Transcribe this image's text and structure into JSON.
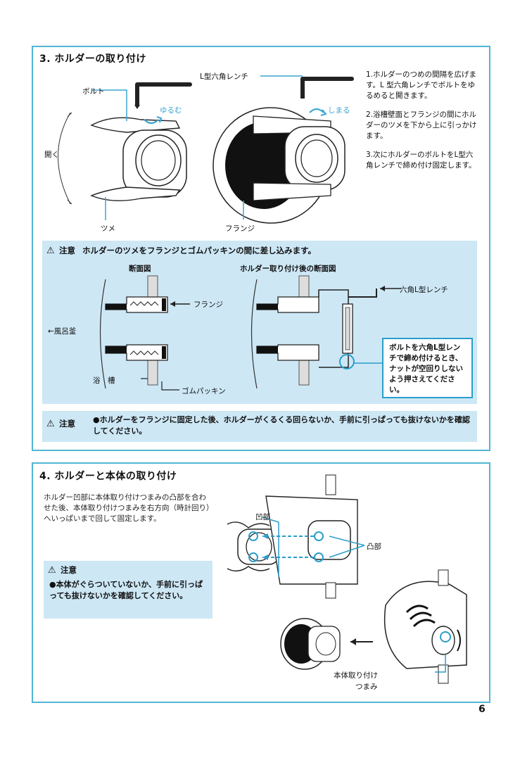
{
  "section3": {
    "title": "3. ホルダーの取り付け",
    "labels": {
      "bolt": "ボルト",
      "loosen": "ゆるむ",
      "open": "開く",
      "claw": "ツメ",
      "wrench": "L型六角レンチ",
      "tighten": "しまる",
      "flange": "フランジ"
    },
    "steps": [
      "1.ホルダーのつめの間隔を広げます。L 型六角レンチでボルトをゆるめると開きます。",
      "2.浴槽壁面とフランジの間にホルダーのツメを下から上に引っかけます。",
      "3.次にホルダーのボルトをL型六角レンチで締め付け固定します。"
    ],
    "caution": {
      "label": "注意",
      "text": "ホルダーのツメをフランジとゴムパッキンの間に差し込みます。",
      "diagram_left_title": "断面図",
      "diagram_right_title": "ホルダー取り付け後の断面図",
      "flange": "フランジ",
      "bath_side": "←風呂釜",
      "tub": "浴　槽",
      "rubber": "ゴムパッキン",
      "hex_wrench": "六角L型レンチ",
      "note": "ボルトを六角L型レンチで締め付けるとき、ナットが空回りしないよう押さえてください。"
    },
    "caution2": {
      "label": "注意",
      "text": "●ホルダーをフランジに固定した後、ホルダーがくるくる回らないか、手前に引っぱっても抜けないかを確認してください。"
    }
  },
  "section4": {
    "title": "4. ホルダーと本体の取り付け",
    "text": "ホルダー凹部に本体取り付けつまみの凸部を合わせた後、本体取り付けつまみを右方向（時計回り）へいっぱいまで回して固定します。",
    "labels": {
      "recess": "凹部",
      "protrusion": "凸部",
      "knob_line1": "本体取り付け",
      "knob_line2": "つまみ"
    },
    "caution": {
      "label": "注意",
      "text": "●本体がぐらついていないか、手前に引っぱっても抜けないかを確認してください。"
    }
  },
  "page_number": "6",
  "colors": {
    "accent": "#52b6d3",
    "panel": "#cde7f5",
    "note_border": "#2a9ec9"
  }
}
